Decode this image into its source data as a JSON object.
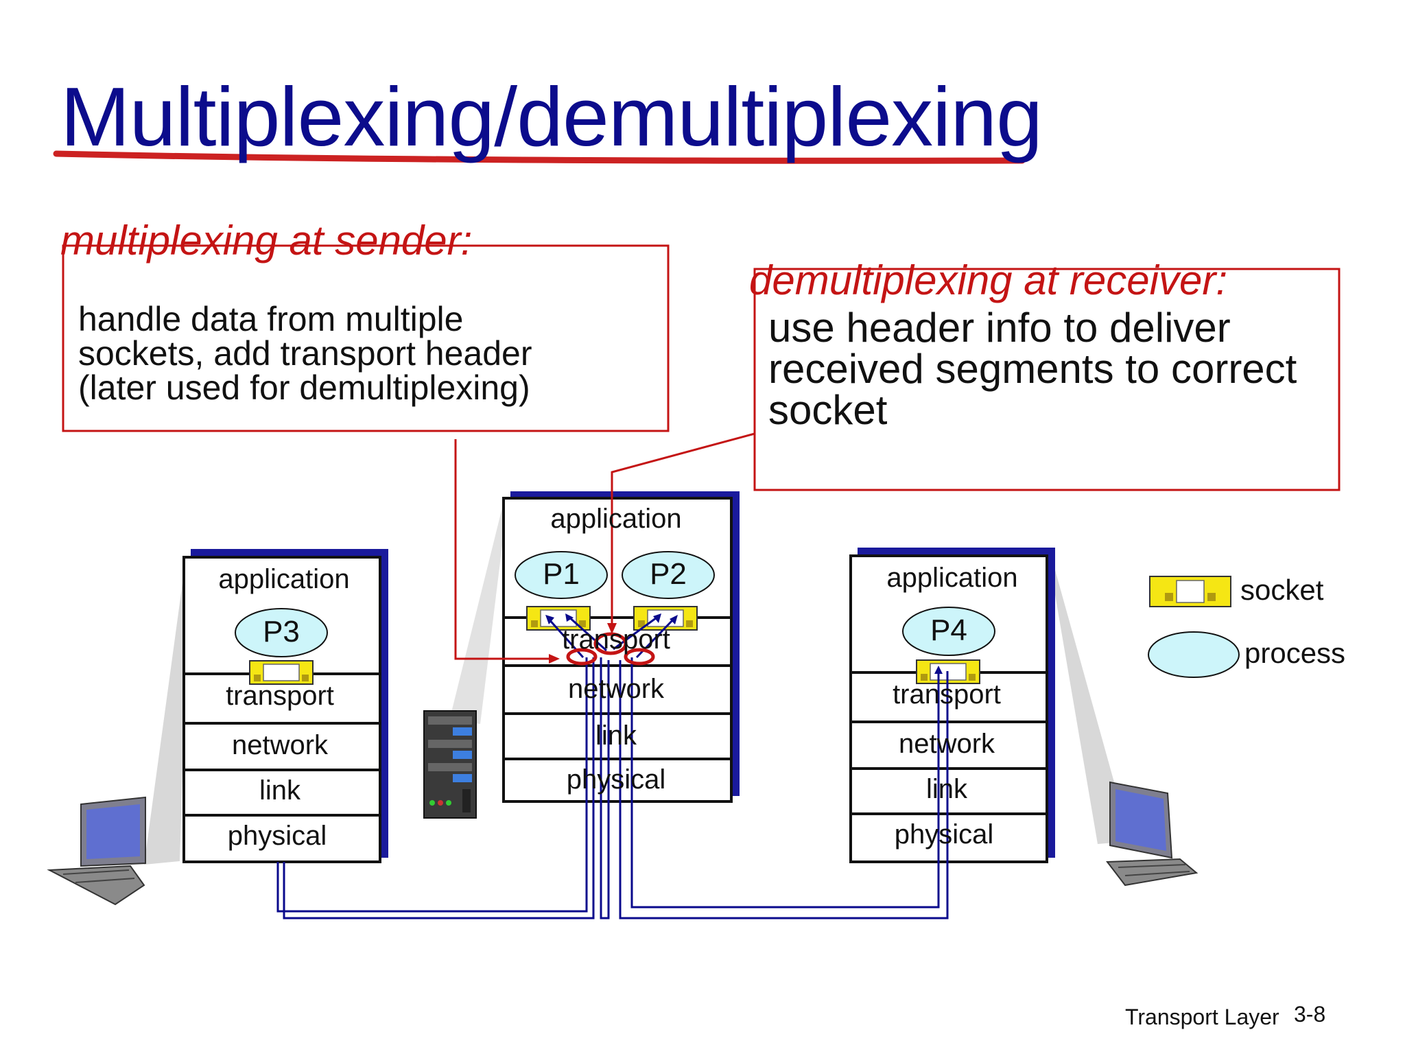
{
  "title": "Multiplexing/demultiplexing",
  "sender": {
    "heading": "multiplexing at sender:",
    "lines": [
      "handle data from multiple",
      "sockets, add transport header",
      "(later used for demultiplexing)"
    ]
  },
  "receiver": {
    "heading": "demultiplexing at receiver:",
    "lines": [
      "use header info to deliver",
      "received segments to correct",
      "socket"
    ]
  },
  "layers": {
    "application": "application",
    "transport": "transport",
    "network": "network",
    "link": "link",
    "physical": "physical"
  },
  "processes": {
    "p1": "P1",
    "p2": "P2",
    "p3": "P3",
    "p4": "P4"
  },
  "legend": {
    "socket": "socket",
    "process": "process"
  },
  "footer": {
    "label": "Transport Layer",
    "page": "3-8"
  },
  "colors": {
    "title": "#0c0c8c",
    "accent_red": "#c41414",
    "stack_shadow": "#1a1a9c",
    "process_fill": "#cdf5fa",
    "socket_fill": "#f5e614",
    "wire": "#0a0a8c"
  }
}
